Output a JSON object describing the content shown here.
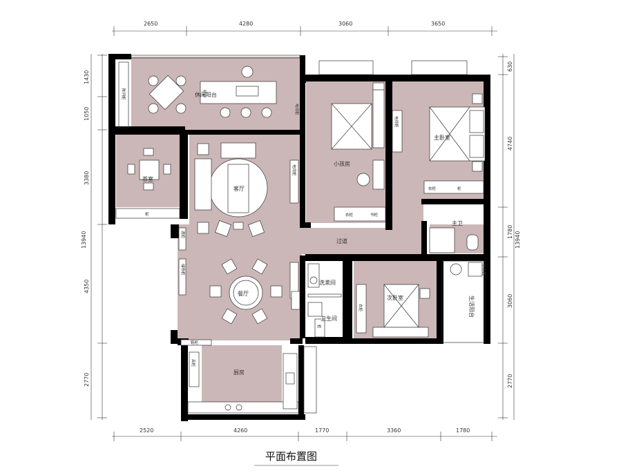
{
  "title": "平面布置图",
  "dimensions": {
    "top": [
      "2650",
      "4280",
      "3060",
      "3650"
    ],
    "bottom": [
      "2520",
      "4260",
      "1770",
      "3360",
      "1780"
    ],
    "left": [
      "1430",
      "1050",
      "3380",
      "4350",
      "2770"
    ],
    "left_total": "13940",
    "right": [
      "630",
      "4740",
      "1780",
      "3060",
      "2770"
    ],
    "right_total": "13940"
  },
  "rooms": {
    "leisure_balcony": "休闲阳台",
    "tea_room": "茶室",
    "living_room": "客厅",
    "dining_room": "餐厅",
    "kitchen": "厨房",
    "small_bedroom": "小孩房",
    "master_bedroom": "主卧室",
    "master_bath": "主卫",
    "corridor": "过道",
    "wash_room": "洗漱间",
    "bathroom": "卫生间",
    "second_bedroom": "次卧室",
    "utility_balcony": "生活阳台"
  },
  "fixtures": {
    "bar": "吧台",
    "wardrobe": "衣柜",
    "tv_cabinet": "电视柜",
    "display_cabinet": "陈列柜",
    "wine_cabinet": "酒柜",
    "shoe_cabinet": "鞋柜",
    "storage_cabinet": "储物柜",
    "books_cabinet": "书柜",
    "washing_machine": "洗衣机",
    "tall_cabinet": "高柜",
    "cabinet": "柜"
  }
}
